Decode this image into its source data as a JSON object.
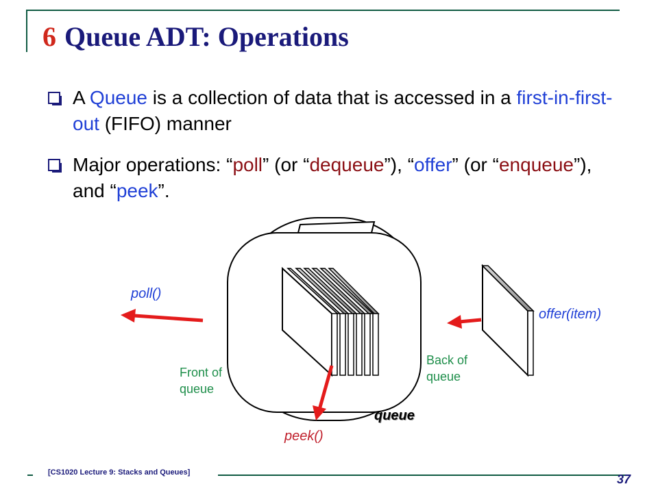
{
  "title": {
    "number": "6",
    "text": "Queue ADT: Operations"
  },
  "bullets": [
    {
      "parts": [
        {
          "text": "A ",
          "style": "plain"
        },
        {
          "text": "Queue",
          "style": "blue"
        },
        {
          "text": " is a collection of data that is accessed in a ",
          "style": "plain"
        },
        {
          "text": "first-in-first-out",
          "style": "blue"
        },
        {
          "text": " (FIFO) manner",
          "style": "plain"
        }
      ]
    },
    {
      "parts": [
        {
          "text": "Major operations: “",
          "style": "plain"
        },
        {
          "text": "poll",
          "style": "red"
        },
        {
          "text": "” (or “",
          "style": "plain"
        },
        {
          "text": "dequeue",
          "style": "red"
        },
        {
          "text": "”), “",
          "style": "plain"
        },
        {
          "text": "offer",
          "style": "blue"
        },
        {
          "text": "” (or “",
          "style": "plain"
        },
        {
          "text": "enqueue",
          "style": "red"
        },
        {
          "text": "”), and “",
          "style": "plain"
        },
        {
          "text": "peek",
          "style": "blue"
        },
        {
          "text": "”.",
          "style": "plain"
        }
      ]
    }
  ],
  "diagram": {
    "poll_label": "poll()",
    "offer_label": "offer(item)",
    "peek_label": "peek()",
    "front_label": "Front of queue",
    "back_label": "Back of queue",
    "queue_label": "queue"
  },
  "footer": {
    "text": "[CS1020 Lecture 9: Stacks and Queues]",
    "page": "37"
  },
  "colors": {
    "title": "#1a1a7a",
    "accent_red": "#d0281c",
    "blue": "#1f3fd6",
    "dark_red": "#8b0f14",
    "green": "#1e8e4a",
    "arrow": "#e41b1b"
  }
}
